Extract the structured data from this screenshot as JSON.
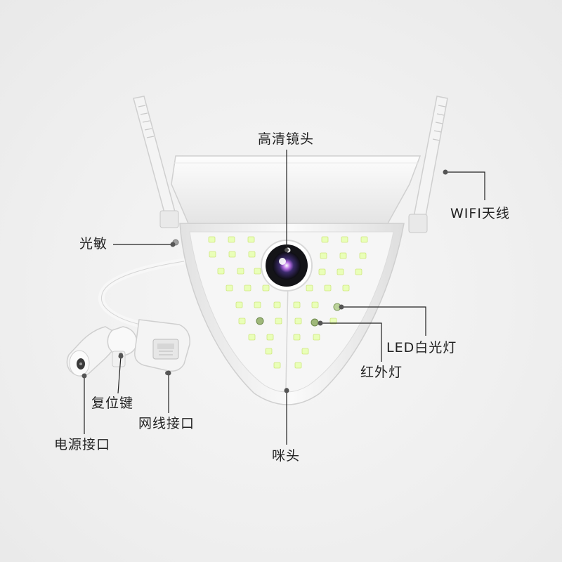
{
  "callouts": {
    "hd_lens": "高清镜头",
    "wifi_antenna": "WIFI天线",
    "light_sensor": "光敏",
    "led_white_light": "LED白光灯",
    "ir_light": "红外灯",
    "reset_key": "复位键",
    "network_port": "网线接口",
    "power_port": "电源接口",
    "microphone": "咪头"
  }
}
